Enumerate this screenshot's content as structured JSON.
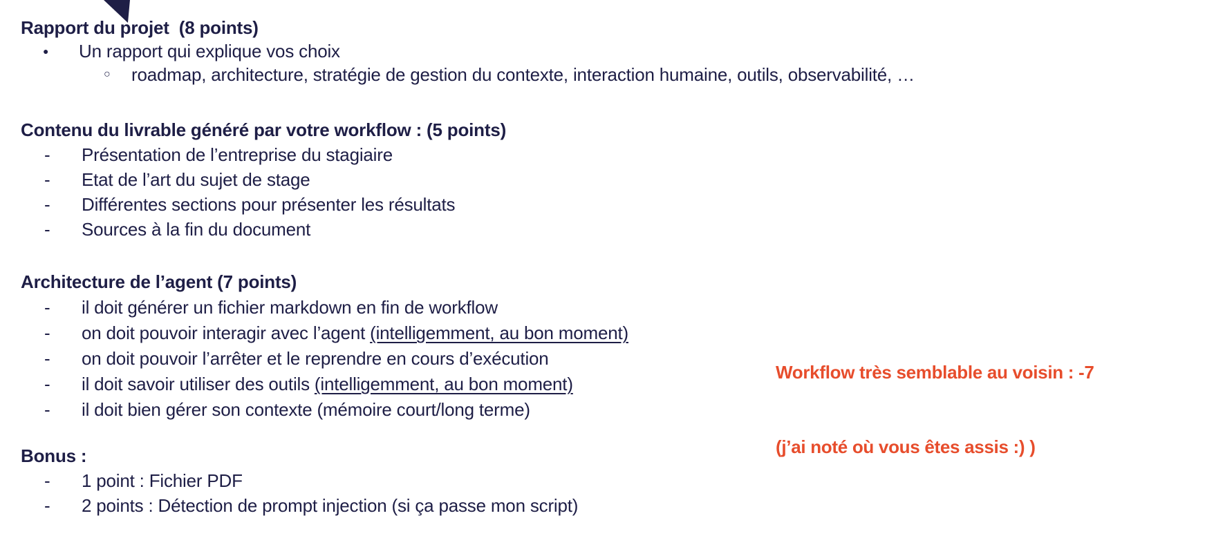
{
  "page": {
    "background_color": "#ffffff",
    "text_color": "#1E1E46",
    "accent_color": "#E74D2C"
  },
  "decor": {
    "triangle": "navy-triangle-fragment"
  },
  "sections": [
    {
      "heading": "Rapport du projet  (8 points)",
      "items": [
        {
          "marker": "●",
          "text": "Un rapport qui explique vos choix"
        },
        {
          "marker": "○",
          "text": "roadmap, architecture, stratégie de gestion du contexte, interaction humaine, outils, observabilité, …"
        }
      ]
    },
    {
      "heading": "Contenu du livrable généré par votre workflow : (5 points)",
      "items": [
        {
          "marker": "-",
          "text": "Présentation de l’entreprise du stagiaire"
        },
        {
          "marker": "-",
          "text": "Etat de l’art du sujet de stage"
        },
        {
          "marker": "-",
          "text": "Différentes sections pour présenter les résultats"
        },
        {
          "marker": "-",
          "text": "Sources à la fin du document"
        }
      ]
    },
    {
      "heading": "Architecture de l’agent (7 points)",
      "items": [
        {
          "marker": "-",
          "text": "il doit générer un fichier markdown en fin de workflow"
        },
        {
          "marker": "-",
          "text": "on doit pouvoir interagir avec l’agent ",
          "underlined": "(intelligemment, au bon moment)"
        },
        {
          "marker": "-",
          "text": "on doit pouvoir l’arrêter et le reprendre en cours d’exécution"
        },
        {
          "marker": "-",
          "text": "il doit savoir utiliser des outils ",
          "underlined": "(intelligemment, au bon moment)"
        },
        {
          "marker": "-",
          "text": "il doit bien gérer son contexte (mémoire court/long terme)"
        }
      ]
    },
    {
      "heading": "Bonus :",
      "items": [
        {
          "marker": "-",
          "text": "1 point : Fichier PDF"
        },
        {
          "marker": "-",
          "text": "2 points : Détection de prompt injection (si ça passe mon script)"
        }
      ]
    }
  ],
  "annotation": {
    "line1": "Workflow très semblable au voisin : -7",
    "line2": "(j’ai noté où vous êtes assis :) )"
  }
}
